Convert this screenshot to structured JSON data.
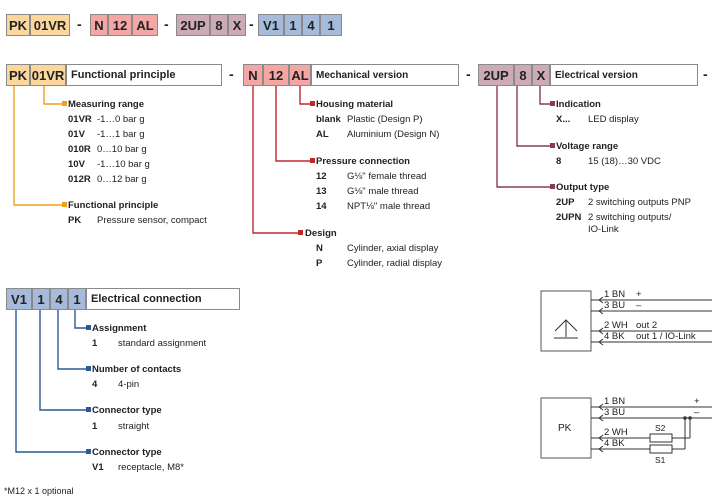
{
  "top_code": [
    "PK",
    "01VR",
    "-",
    "N",
    "12",
    "AL",
    "-",
    "2UP",
    "8",
    "X",
    "-",
    "V1",
    "1",
    "4",
    "1"
  ],
  "functional": {
    "codes": [
      "PK",
      "01VR"
    ],
    "title": "Functional principle",
    "measuring_range": {
      "header": "Measuring range",
      "rows": [
        [
          "01VR",
          "-1…0 bar g"
        ],
        [
          "01V",
          "-1…1 bar g"
        ],
        [
          "010R",
          "0…10 bar g"
        ],
        [
          "10V",
          "-1…10 bar g"
        ],
        [
          "012R",
          "0…12 bar g"
        ]
      ]
    },
    "principle": {
      "header": "Functional principle",
      "rows": [
        [
          "PK",
          "Pressure sensor, compact"
        ]
      ]
    }
  },
  "mechanical": {
    "dash": "-",
    "codes": [
      "N",
      "12",
      "AL"
    ],
    "title": "Mechanical version",
    "housing": {
      "header": "Housing material",
      "rows": [
        [
          "blank",
          "Plastic (Design P)"
        ],
        [
          "AL",
          "Aluminium (Design N)"
        ]
      ]
    },
    "pressure": {
      "header": "Pressure connection",
      "rows": [
        [
          "12",
          "G⅛\" female thread"
        ],
        [
          "13",
          "G⅛\" male thread"
        ],
        [
          "14",
          "NPT⅛\" male thread"
        ]
      ]
    },
    "design": {
      "header": "Design",
      "rows": [
        [
          "N",
          "Cylinder, axial display"
        ],
        [
          "P",
          "Cylinder, radial display"
        ]
      ]
    }
  },
  "electrical": {
    "dash": "-",
    "codes": [
      "2UP",
      "8",
      "X"
    ],
    "title": "Electrical version",
    "trail_dash": "-",
    "indication": {
      "header": "Indication",
      "rows": [
        [
          "X...",
          "LED display"
        ]
      ]
    },
    "voltage": {
      "header": "Voltage range",
      "rows": [
        [
          "8",
          "15 (18)…30 VDC"
        ]
      ]
    },
    "output": {
      "header": "Output type",
      "rows": [
        [
          "2UP",
          "2 switching outputs PNP"
        ],
        [
          "2UPN",
          "2 switching outputs/"
        ]
      ],
      "cont": "IO-Link"
    }
  },
  "connection": {
    "codes": [
      "V1",
      "1",
      "4",
      "1"
    ],
    "title": "Electrical connection",
    "assignment": {
      "header": "Assignment",
      "rows": [
        [
          "1",
          "standard assignment"
        ]
      ]
    },
    "contacts": {
      "header": "Number of contacts",
      "rows": [
        [
          "4",
          "4-pin"
        ]
      ]
    },
    "type": {
      "header": "Connector type",
      "rows": [
        [
          "1",
          "straight"
        ]
      ]
    },
    "ctype2": {
      "header": "Connector type",
      "rows": [
        [
          "V1",
          "receptacle, M8*"
        ]
      ]
    }
  },
  "wiring1": {
    "wires": [
      "1 BN",
      "3 BU",
      "2 WH",
      "4 BK"
    ],
    "notes": [
      "+",
      "–",
      "out 2",
      "out 1 / IO-Link"
    ]
  },
  "wiring2": {
    "device": "PK",
    "wires": [
      "1 BN",
      "3 BU",
      "2 WH",
      "4 BK"
    ],
    "switches": [
      "S2",
      "S1"
    ],
    "signs": [
      "+",
      "–"
    ]
  },
  "footnote": "*M12 x 1 optional",
  "colors": {
    "orange": "#fbd79e",
    "red": "#f3a6a4",
    "purple": "#cdaab8",
    "blue": "#a6bad9",
    "orange_line": "#f0a020",
    "red_line": "#c0282a",
    "purple_line": "#8a3a5a",
    "blue_line": "#2c5a94"
  }
}
